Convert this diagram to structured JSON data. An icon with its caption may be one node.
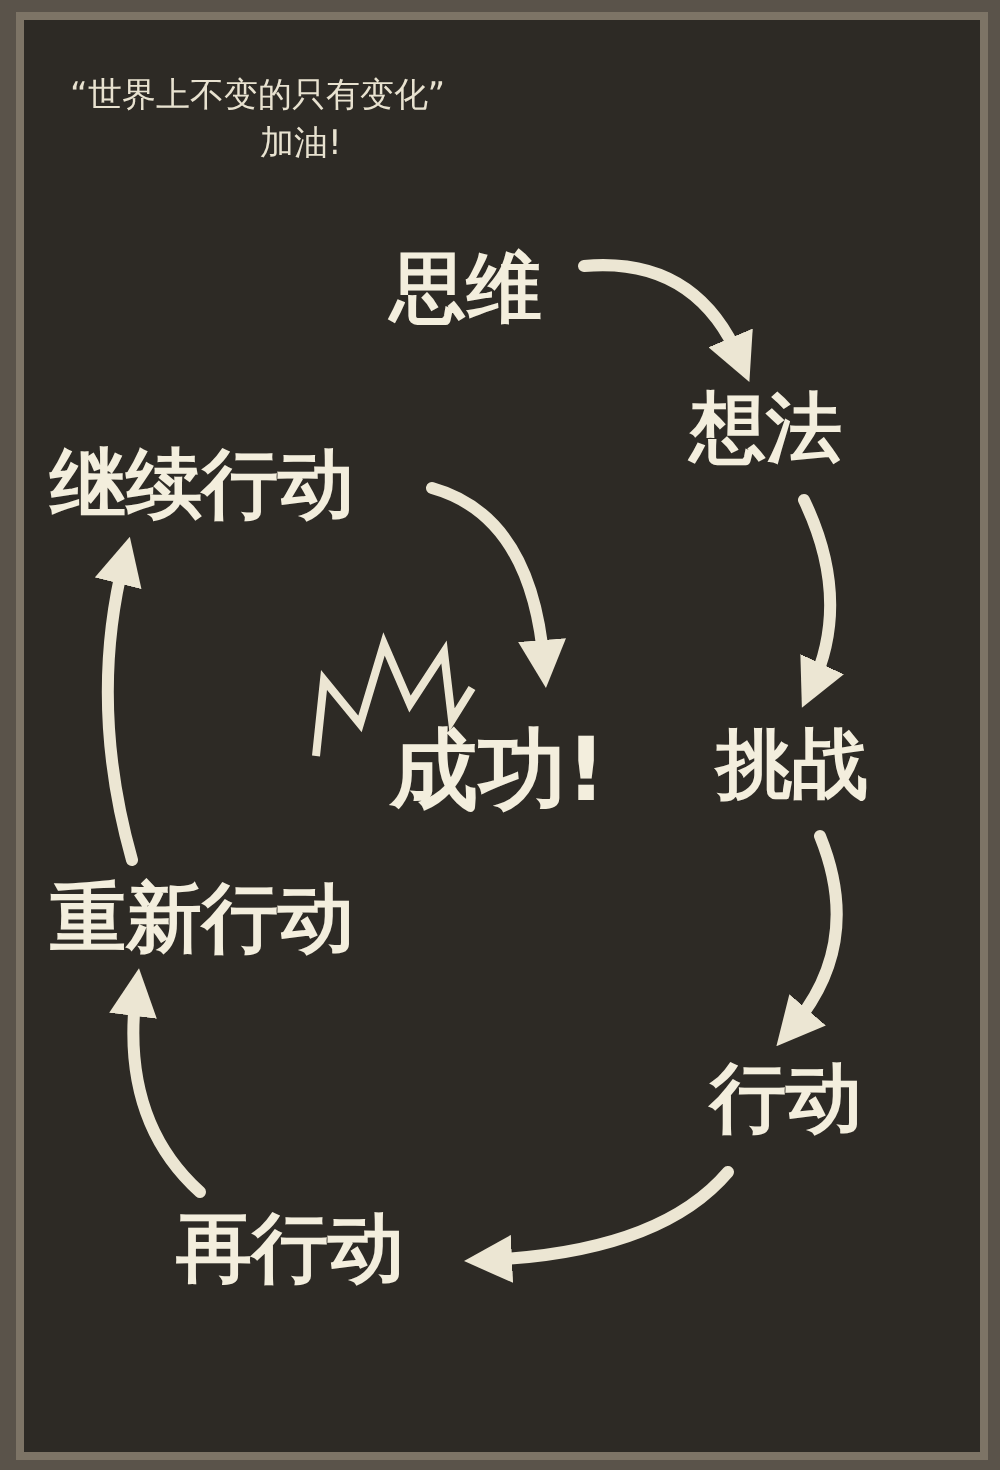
{
  "diagram": {
    "title": "“世界上不变的只有变化”",
    "labels": [
      "加油!"
    ],
    "nodes": [
      {
        "text": [
          "思维"
        ]
      },
      {
        "text": [
          "想法"
        ]
      },
      {
        "text": [
          "挑战"
        ]
      },
      {
        "text": [
          "行动"
        ]
      },
      {
        "text": [
          "再行动"
        ]
      },
      {
        "text": [
          "重新行动"
        ]
      },
      {
        "text": [
          "继续行动"
        ]
      },
      {
        "text": [
          "成功!"
        ]
      }
    ],
    "edges": [
      {
        "from": 0,
        "to": 1,
        "arrow": "to"
      },
      {
        "from": 1,
        "to": 2,
        "arrow": "to"
      },
      {
        "from": 2,
        "to": 3,
        "arrow": "to"
      },
      {
        "from": 3,
        "to": 4,
        "arrow": "to"
      },
      {
        "from": 4,
        "to": 5,
        "arrow": "to"
      },
      {
        "from": 5,
        "to": 6,
        "arrow": "to"
      },
      {
        "from": 6,
        "to": 7,
        "arrow": "to"
      }
    ]
  }
}
